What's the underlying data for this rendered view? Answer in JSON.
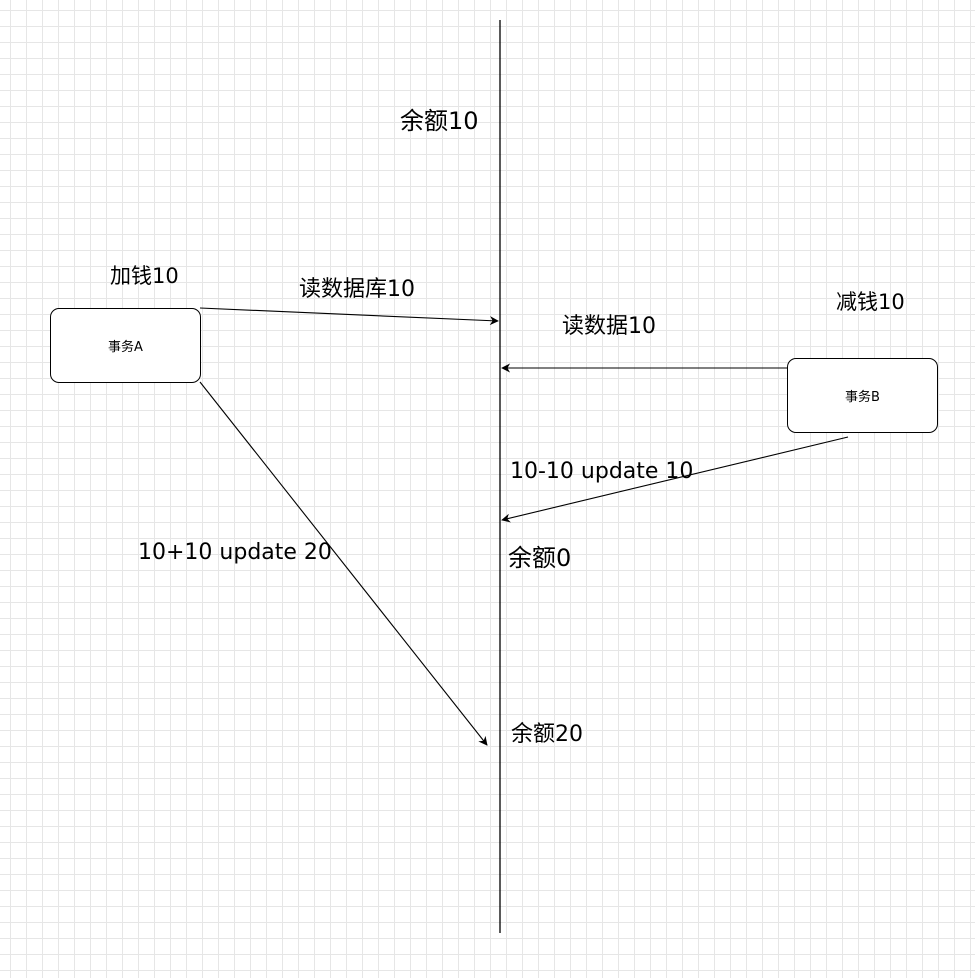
{
  "nodes": {
    "tx_a": "事务A",
    "tx_b": "事务B"
  },
  "labels": {
    "balance_initial": "余额10",
    "add_money": "加钱10",
    "read_db": "读数据库10",
    "subtract_money": "减钱10",
    "read_data": "读数据10",
    "update_minus": "10-10 update 10",
    "balance_zero": "余额0",
    "update_plus": "10+10 update 20",
    "balance_twenty": "余额20"
  },
  "colors": {
    "line": "#000000",
    "grid": "#e6e6e6",
    "background": "#ffffff"
  }
}
